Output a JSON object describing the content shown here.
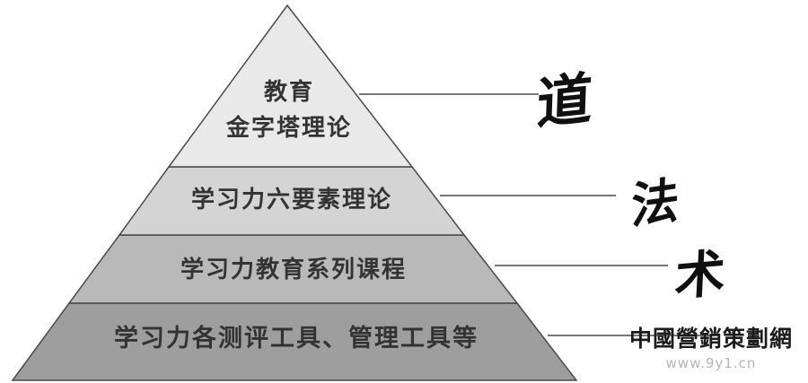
{
  "diagram": {
    "type": "pyramid",
    "layers": [
      {
        "line1": "教育",
        "line2": "金字塔理论",
        "fill": "#e9e9e9",
        "side_label": "道"
      },
      {
        "label": "学习力六要素理论",
        "fill": "#d4d4d4",
        "side_label": "法"
      },
      {
        "label": "学习力教育系列课程",
        "fill": "#b9b9b9",
        "side_label": "术"
      },
      {
        "label": "学习力各测评工具、管理工具等",
        "fill": "#9e9e9e"
      }
    ],
    "watermark": {
      "site_name": "中國營銷策劃網",
      "url": "www.9y1.cn"
    },
    "colors": {
      "outline": "#4a4a4a",
      "label_text": "#333333",
      "calligraphy": "#101010",
      "watermark_text": "#1c1c1c",
      "watermark_url": "#b5b5b5"
    }
  }
}
